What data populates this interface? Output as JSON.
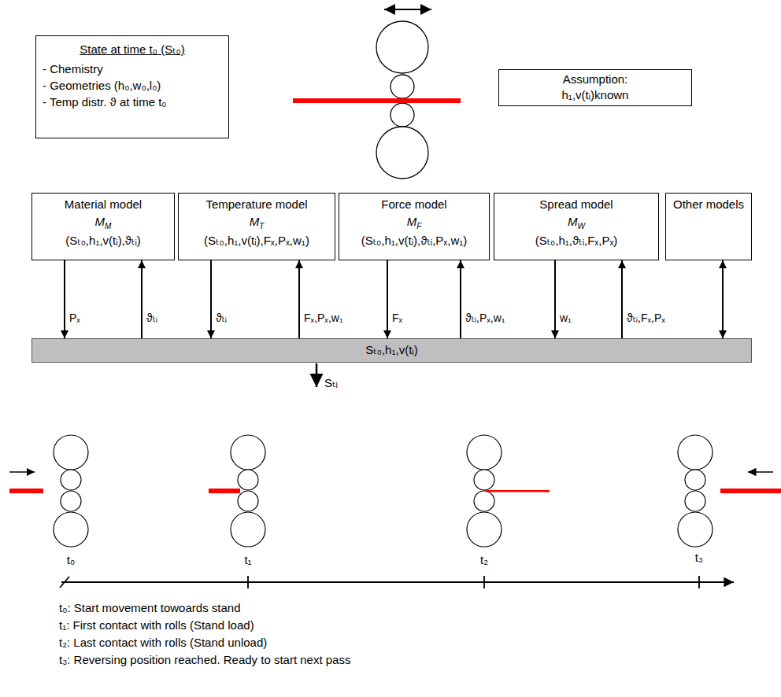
{
  "diagram": {
    "nodes": [
      {
        "text": [
          "State at time t₀ (Sₜ₀)",
          "- Chemistry",
          "- Geometries (h₀,w₀,l₀)",
          "- Temp distr. ϑ at time t₀"
        ]
      },
      {
        "text": [
          "Assumption:",
          "h₁,v(tᵢ)known"
        ]
      },
      {
        "text": [
          "Material model",
          "MM",
          "(Sₜ₀,h₁,v(tᵢ),ϑₜᵢ)"
        ]
      },
      {
        "text": [
          "Temperature model",
          "MT",
          "(Sₜ₀,h₁,v(tᵢ),Fₓ,Pₓ,w₁)"
        ]
      },
      {
        "text": [
          "Force model",
          "MF",
          "(Sₜ₀,h₁,v(tᵢ),ϑₜᵢ,Pₓ,w₁)"
        ]
      },
      {
        "text": [
          "Spread model",
          "MW",
          "(Sₜ₀,h₁,ϑₜᵢ,Fₓ,Pₓ)"
        ]
      },
      {
        "text": [
          "Other models"
        ]
      },
      {
        "text": [
          "Sₜ₀,h₁,v(tᵢ)"
        ]
      }
    ],
    "edges": [
      {
        "from": 2,
        "to": 7,
        "arrow": "to",
        "label": "Pₓ"
      },
      {
        "from": 7,
        "to": 2,
        "arrow": "to",
        "label": "ϑₜᵢ"
      },
      {
        "from": 3,
        "to": 7,
        "arrow": "to",
        "label": "ϑₜᵢ"
      },
      {
        "from": 7,
        "to": 3,
        "arrow": "to",
        "label": "Fₓ,Pₓ,w₁"
      },
      {
        "from": 4,
        "to": 7,
        "arrow": "to",
        "label": "Fₓ"
      },
      {
        "from": 7,
        "to": 4,
        "arrow": "to",
        "label": "ϑₜᵢ,Pₓ,w₁"
      },
      {
        "from": 5,
        "to": 7,
        "arrow": "to",
        "label": "w₁"
      },
      {
        "from": 7,
        "to": 5,
        "arrow": "to",
        "label": "ϑₜᵢ,Fₓ,Pₓ"
      },
      {
        "from": 6,
        "to": 7,
        "arrow": "both"
      }
    ],
    "labels": [
      "Sₜᵢ",
      "t₀",
      "t₁",
      "t₂",
      "t₃",
      "t₀: Start movement towoards stand",
      "t₁: First contact with rolls (Stand load)",
      "t₂: Last contact with rolls (Stand unload)",
      "t₃: Reversing position reached. Ready to start next pass"
    ]
  }
}
